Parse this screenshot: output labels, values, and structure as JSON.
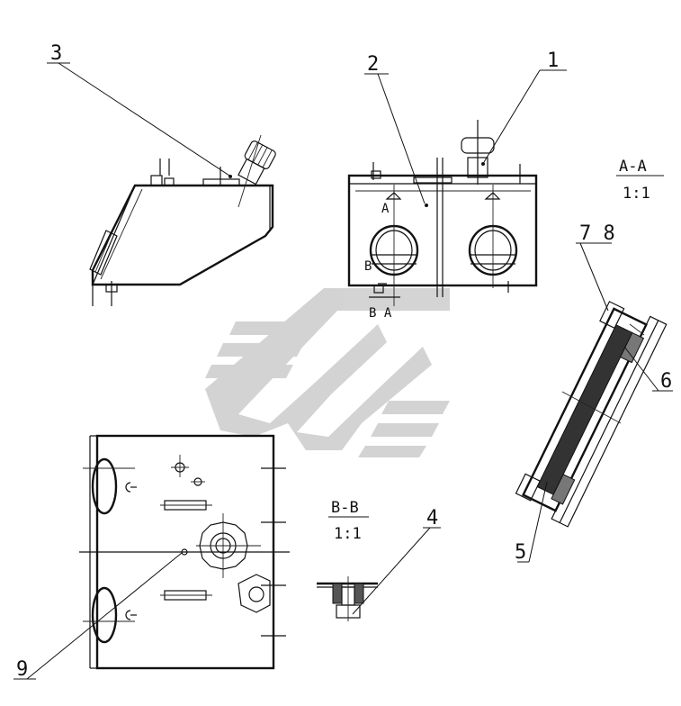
{
  "callouts": {
    "c1": "1",
    "c2": "2",
    "c3": "3",
    "c4": "4",
    "c5": "5",
    "c6": "6",
    "c78": "7 8",
    "c9": "9"
  },
  "section_labels": {
    "aa_title": "A-A",
    "aa_scale": "1:1",
    "bb_title": "B-B",
    "bb_scale": "1:1",
    "cut_a_top": "A",
    "cut_b_top": "B",
    "cut_ba": "B A"
  },
  "colors": {
    "line": "#111111",
    "watermark": "#c8c8c8",
    "hatch": "#333333"
  }
}
